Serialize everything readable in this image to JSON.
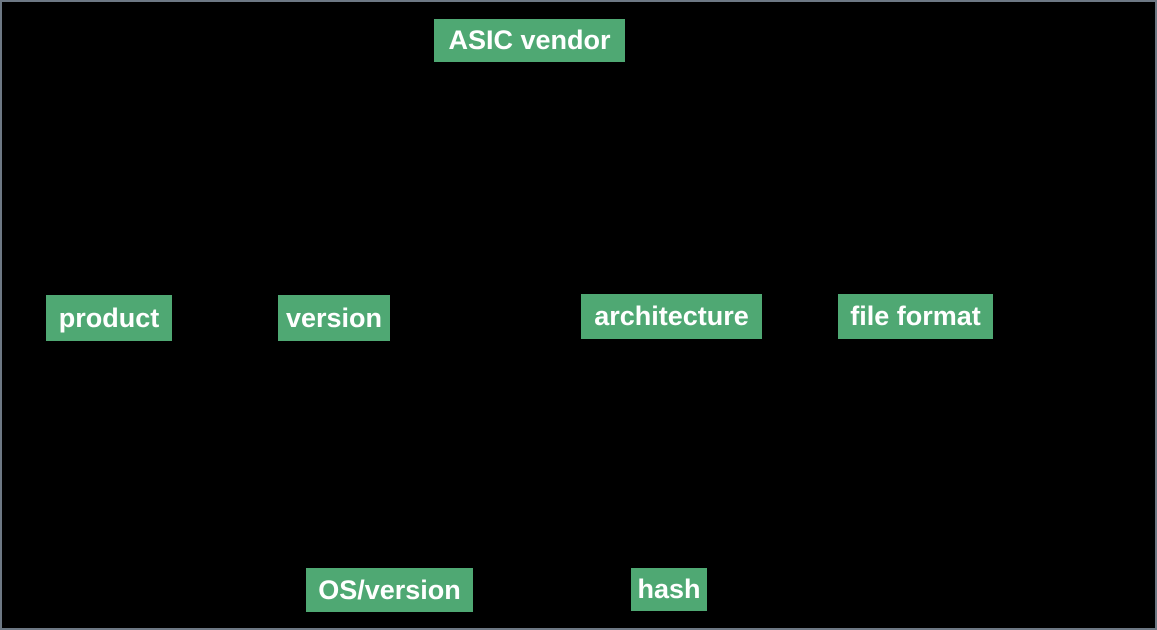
{
  "diagram": {
    "type": "labeled-diagram",
    "description": "Black diagram canvas with green highlighted field labels",
    "colors": {
      "canvas_background": "#000000",
      "canvas_border": "#6D7884",
      "node_background": "#4FA873",
      "node_text": "#FFFFFF"
    },
    "nodes": [
      {
        "id": "asic-vendor",
        "label": "ASIC vendor",
        "row": "top"
      },
      {
        "id": "product",
        "label": "product",
        "row": "middle"
      },
      {
        "id": "version",
        "label": "version",
        "row": "middle"
      },
      {
        "id": "architecture",
        "label": "architecture",
        "row": "middle"
      },
      {
        "id": "file-format",
        "label": "file format",
        "row": "middle"
      },
      {
        "id": "os-version",
        "label": "OS/version",
        "row": "bottom"
      },
      {
        "id": "hash",
        "label": "hash",
        "row": "bottom"
      }
    ]
  }
}
